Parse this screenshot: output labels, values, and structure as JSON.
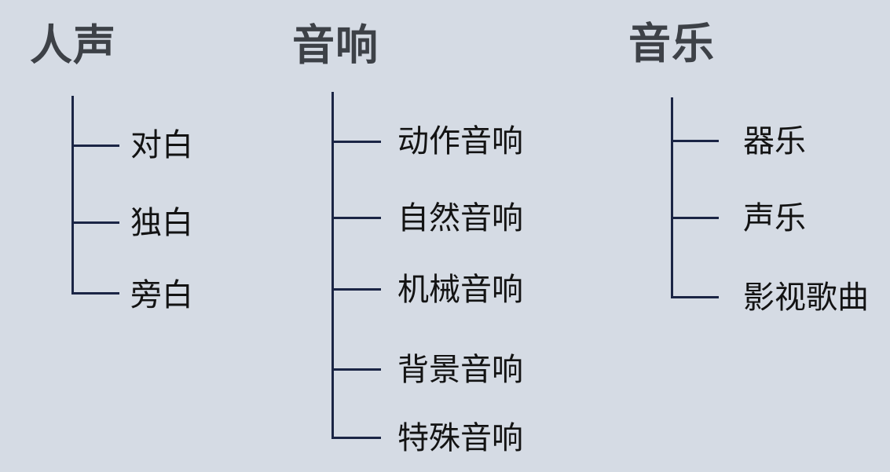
{
  "diagram": {
    "background_color": "#d5dbe4",
    "line_color": "#1b2545",
    "title_color": "#3d4147",
    "item_color": "#131313",
    "trees": [
      {
        "title": "人声",
        "children": [
          "对白",
          "独白",
          "旁白"
        ]
      },
      {
        "title": "音响",
        "children": [
          "动作音响",
          "自然音响",
          "机械音响",
          "背景音响",
          "特殊音响"
        ]
      },
      {
        "title": "音乐",
        "children": [
          "器乐",
          "声乐",
          "影视歌曲"
        ]
      }
    ]
  }
}
